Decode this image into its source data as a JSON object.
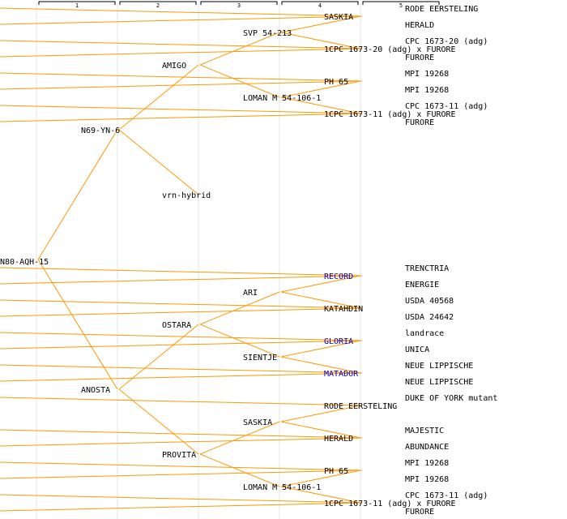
{
  "colors": {
    "edge": "#ff9900",
    "text": "#000000",
    "highlight": "#0000cc",
    "guide": "#e6e6e6",
    "bracket": "#000000"
  },
  "generations": [
    "1",
    "2",
    "3",
    "4",
    "5"
  ],
  "tree": {
    "label": "N80-AQH-15",
    "children": [
      {
        "label": "N69-YN-6",
        "children": [
          {
            "label": "AMIGO",
            "children": [
              {
                "label": "SVP 54-213",
                "children": [
                  {
                    "label": "SASKIA",
                    "children": [
                      {
                        "label": "RODE EERSTELING"
                      },
                      {
                        "label": "HERALD"
                      }
                    ]
                  },
                  {
                    "label": "1CPC 1673-20 (adg) x FURORE",
                    "children": [
                      {
                        "label": "CPC 1673-20 (adg)"
                      },
                      {
                        "label": "FURORE"
                      }
                    ]
                  }
                ]
              },
              {
                "label": "LOMAN M 54-106-1",
                "children": [
                  {
                    "label": "PH 65",
                    "children": [
                      {
                        "label": "MPI 19268"
                      },
                      {
                        "label": "MPI 19268"
                      }
                    ]
                  },
                  {
                    "label": "1CPC 1673-11 (adg) x FURORE",
                    "children": [
                      {
                        "label": "CPC 1673-11 (adg)"
                      },
                      {
                        "label": "FURORE"
                      }
                    ]
                  }
                ]
              }
            ]
          },
          {
            "label": "vrn-hybrid"
          }
        ]
      },
      {
        "label": "ANOSTA",
        "children": [
          {
            "label": "OSTARA",
            "children": [
              {
                "label": "ARI",
                "children": [
                  {
                    "label": "RECORD",
                    "highlight": true,
                    "children": [
                      {
                        "label": "TRENCTRIA"
                      },
                      {
                        "label": "ENERGIE"
                      }
                    ]
                  },
                  {
                    "label": "KATAHDIN",
                    "children": [
                      {
                        "label": "USDA 40568"
                      },
                      {
                        "label": "USDA 24642"
                      }
                    ]
                  }
                ]
              },
              {
                "label": "SIENTJE",
                "children": [
                  {
                    "label": "GLORIA",
                    "highlight": true,
                    "children": [
                      {
                        "label": "landrace"
                      },
                      {
                        "label": "UNICA"
                      }
                    ]
                  },
                  {
                    "label": "MATADOR",
                    "highlight": true,
                    "children": [
                      {
                        "label": "NEUE LIPPISCHE"
                      },
                      {
                        "label": "NEUE LIPPISCHE"
                      }
                    ]
                  }
                ]
              }
            ]
          },
          {
            "label": "PROVITA",
            "children": [
              {
                "label": "SASKIA",
                "children": [
                  {
                    "label": "RODE EERSTELING",
                    "children": [
                      {
                        "label": "DUKE OF YORK mutant"
                      }
                    ]
                  },
                  {
                    "label": "HERALD",
                    "children": [
                      {
                        "label": "MAJESTIC"
                      },
                      {
                        "label": "ABUNDANCE"
                      }
                    ]
                  }
                ]
              },
              {
                "label": "LOMAN M 54-106-1",
                "children": [
                  {
                    "label": "PH 65",
                    "children": [
                      {
                        "label": "MPI 19268"
                      },
                      {
                        "label": "MPI 19268"
                      }
                    ]
                  },
                  {
                    "label": "1CPC 1673-11 (adg) x FURORE",
                    "children": [
                      {
                        "label": "CPC 1673-11 (adg)"
                      },
                      {
                        "label": "FURORE"
                      }
                    ]
                  }
                ]
              }
            ]
          }
        ]
      }
    ]
  }
}
